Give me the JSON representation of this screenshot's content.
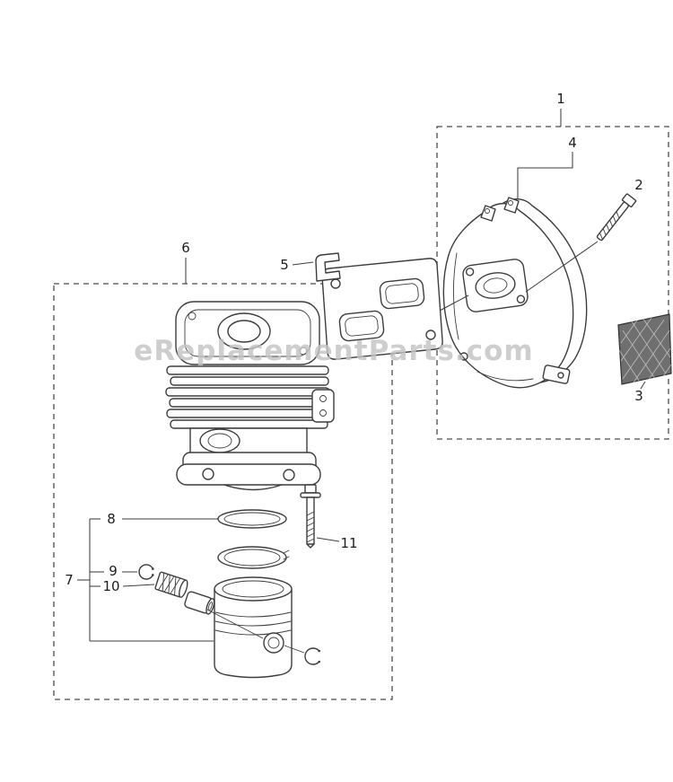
{
  "diagram": {
    "watermark": "eReplacementParts.com",
    "callouts": {
      "c1": "1",
      "c2": "2",
      "c3": "3",
      "c4": "4",
      "c5": "5",
      "c6": "6",
      "c7": "7",
      "c8": "8",
      "c9": "9",
      "c10": "10",
      "c11": "11"
    },
    "colors": {
      "line": "#3d3d3d",
      "dash": "#4a4a4a",
      "watermark": "#c4c4c4",
      "screen_fill": "#6f6f6f",
      "background": "#ffffff"
    }
  }
}
